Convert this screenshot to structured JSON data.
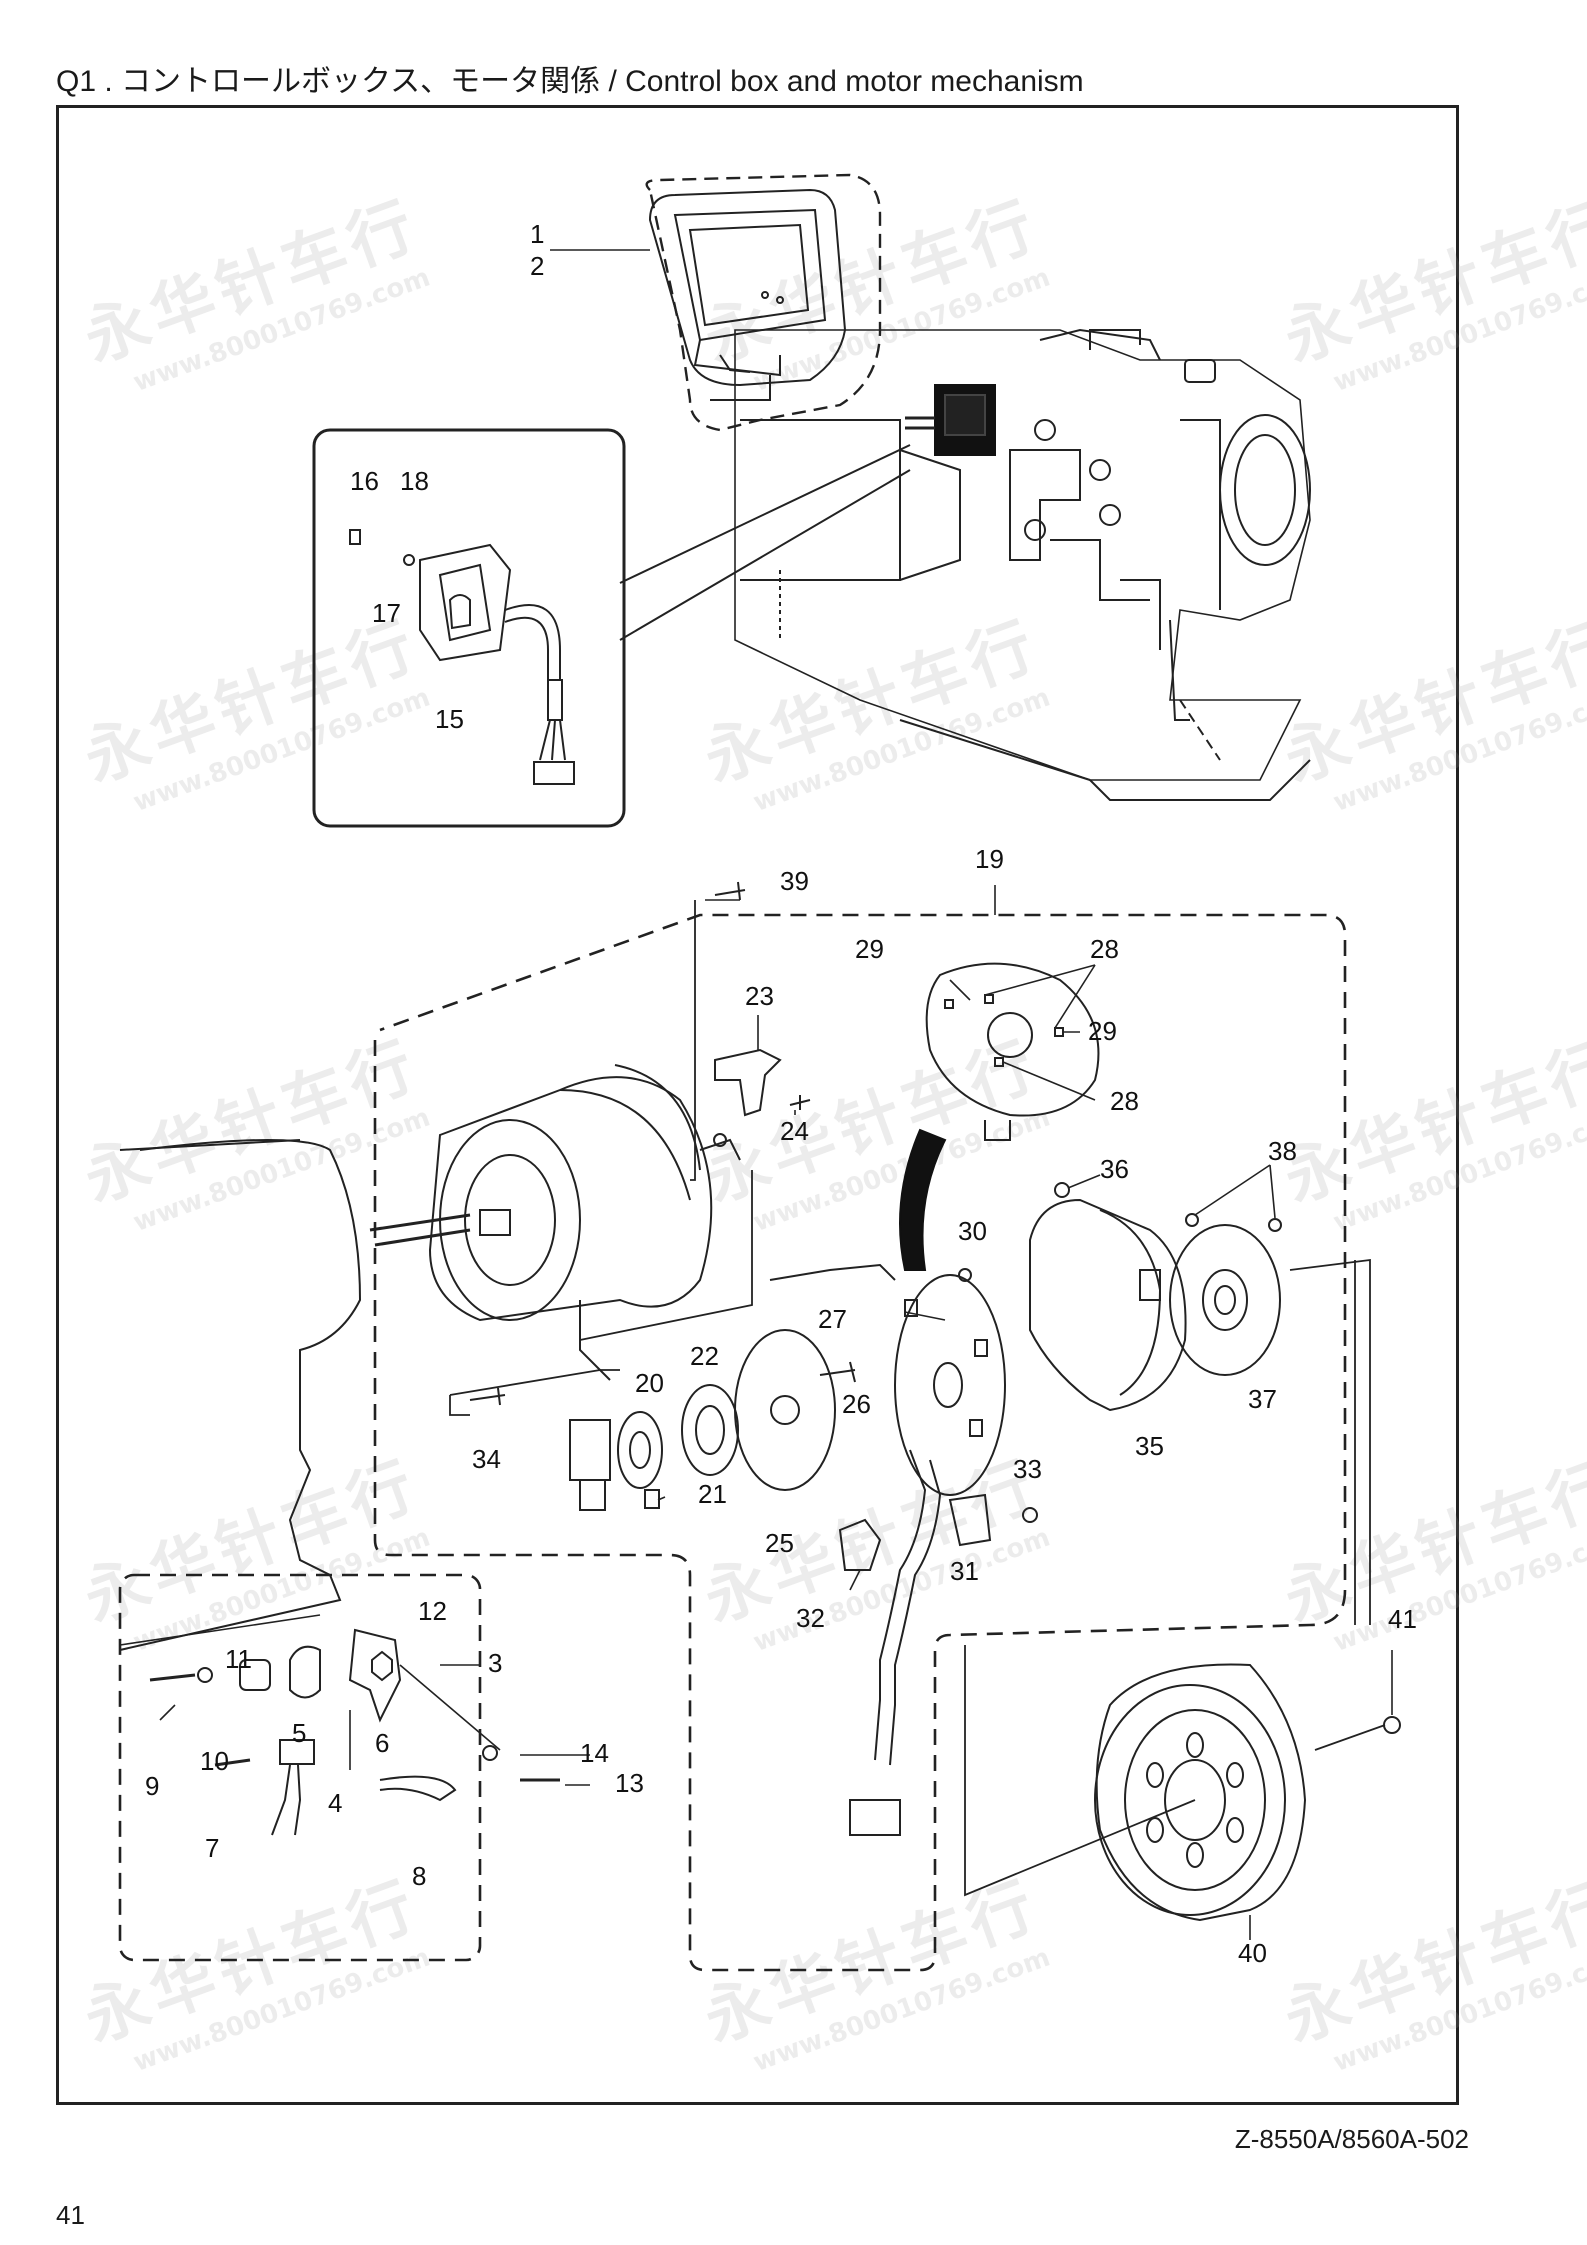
{
  "header": {
    "title": "Q1 . コントロールボックス、モータ関係  / Control box and motor mechanism"
  },
  "footer": {
    "doc_id": "Z-8550A/8560A-502",
    "page_number": "41"
  },
  "watermark": {
    "text": "永华针车行",
    "url": "www.800010769.com"
  },
  "callouts": {
    "c1": "1",
    "c2": "2",
    "c3": "3",
    "c4": "4",
    "c5": "5",
    "c6": "6",
    "c7": "7",
    "c8": "8",
    "c9": "9",
    "c10": "10",
    "c11": "11",
    "c12": "12",
    "c13": "13",
    "c14": "14",
    "c15": "15",
    "c16": "16",
    "c17": "17",
    "c18": "18",
    "c19": "19",
    "c20": "20",
    "c21": "21",
    "c22": "22",
    "c23": "23",
    "c24": "24",
    "c25": "25",
    "c26": "26",
    "c27": "27",
    "c28a": "28",
    "c28b": "28",
    "c29a": "29",
    "c29b": "29",
    "c30": "30",
    "c31": "31",
    "c32": "32",
    "c33": "33",
    "c34": "34",
    "c35": "35",
    "c36": "36",
    "c37": "37",
    "c38": "38",
    "c39": "39",
    "c40": "40",
    "c41": "41"
  }
}
